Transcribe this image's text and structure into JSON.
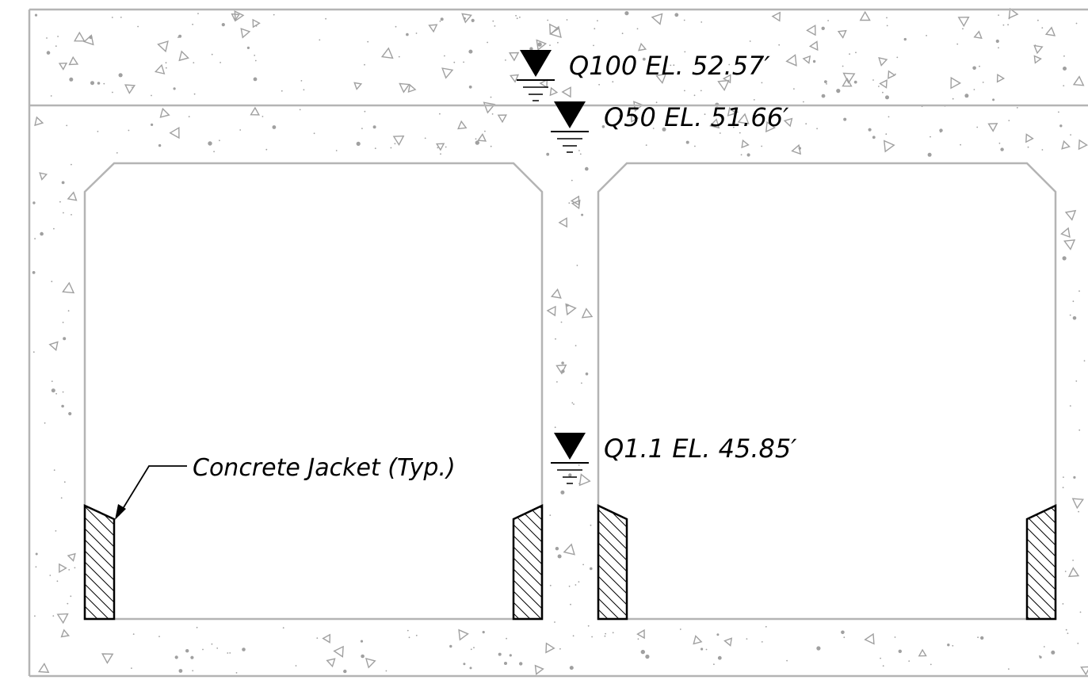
{
  "colors": {
    "background": "#ffffff",
    "concrete_outline": "#b4b4b4",
    "aggregate_marks": "#a0a0a0",
    "ink": "#000000"
  },
  "water_levels": [
    {
      "label": "Q100 EL. 52.57′",
      "icon": "water-surface-triangle-icon"
    },
    {
      "label": "Q50 EL. 51.66′",
      "icon": "water-surface-triangle-icon"
    },
    {
      "label": "Q1.1 EL. 45.85′",
      "icon": "water-surface-triangle-icon"
    }
  ],
  "callout": {
    "label": "Concrete Jacket (Typ.)"
  }
}
